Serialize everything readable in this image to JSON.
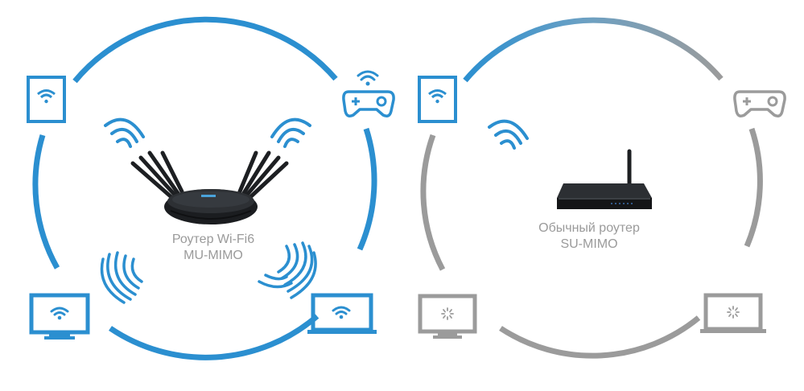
{
  "left_panel": {
    "label_line1": "Роутер Wi-Fi6",
    "label_line2": "MU-MIMO",
    "accent_color": "#2b8fd0",
    "devices": [
      "tablet-icon",
      "gamepad-icon",
      "monitor-icon",
      "laptop-icon"
    ]
  },
  "right_panel": {
    "label_line1": "Обычный роутер",
    "label_line2": "SU-MIMO",
    "ring_color_active": "#2b8fd0",
    "ring_color_inactive": "#9b9b9b",
    "devices": [
      "tablet-icon",
      "gamepad-icon",
      "monitor-icon",
      "laptop-icon"
    ]
  }
}
